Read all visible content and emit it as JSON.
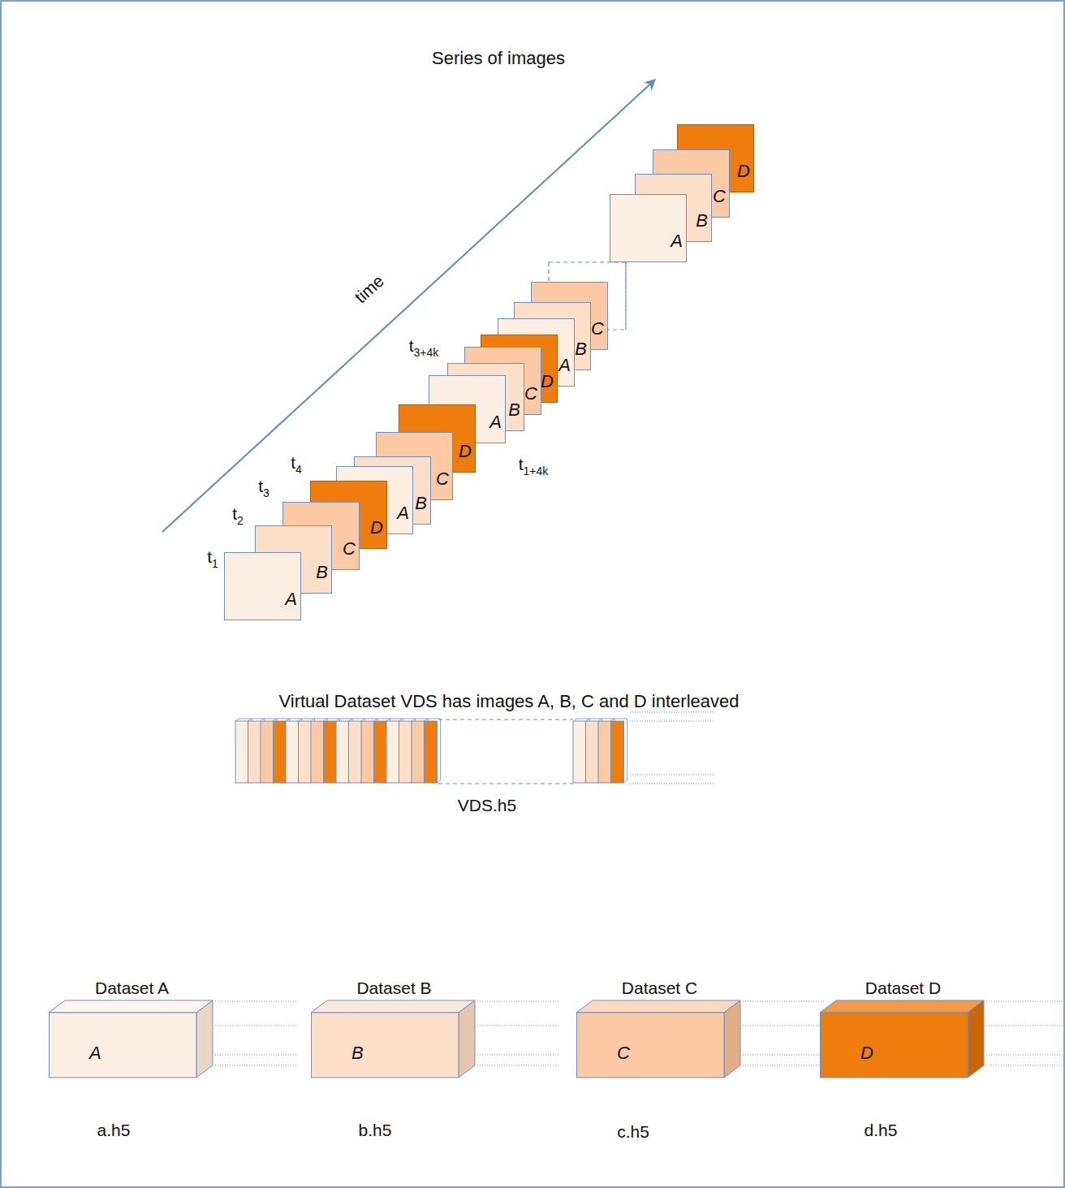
{
  "diagram": {
    "title": "Series of images",
    "nodes": [
      {
        "text": [
          "A"
        ]
      },
      {
        "text": [
          "B"
        ]
      },
      {
        "text": [
          "C"
        ]
      },
      {
        "text": [
          "D"
        ]
      },
      {
        "text": [
          "A"
        ]
      },
      {
        "text": [
          "B"
        ]
      },
      {
        "text": [
          "C"
        ]
      },
      {
        "text": [
          "D"
        ]
      },
      {
        "text": [
          "A"
        ]
      },
      {
        "text": [
          "B"
        ]
      },
      {
        "text": [
          "C"
        ]
      },
      {
        "text": [
          "D"
        ]
      },
      {
        "text": [
          "A"
        ]
      },
      {
        "text": [
          "B"
        ]
      },
      {
        "text": [
          "C"
        ]
      },
      {
        "text": [
          "A"
        ]
      },
      {
        "text": [
          "B"
        ]
      },
      {
        "text": [
          "C"
        ]
      },
      {
        "text": [
          "D"
        ]
      },
      {
        "text": [
          "Dataset A",
          "A"
        ]
      },
      {
        "text": [
          "Dataset B",
          "B"
        ]
      },
      {
        "text": [
          "Dataset C",
          "C"
        ]
      },
      {
        "text": [
          "Dataset D",
          "D"
        ]
      }
    ],
    "labels": [
      "time",
      "t1",
      "t2",
      "t3",
      "t4",
      "t3+4k",
      "t1+4k",
      "Virtual Dataset VDS has images A, B, C and D interleaved",
      "VDS.h5",
      "a.h5",
      "b.h5",
      "c.h5",
      "d.h5"
    ]
  }
}
